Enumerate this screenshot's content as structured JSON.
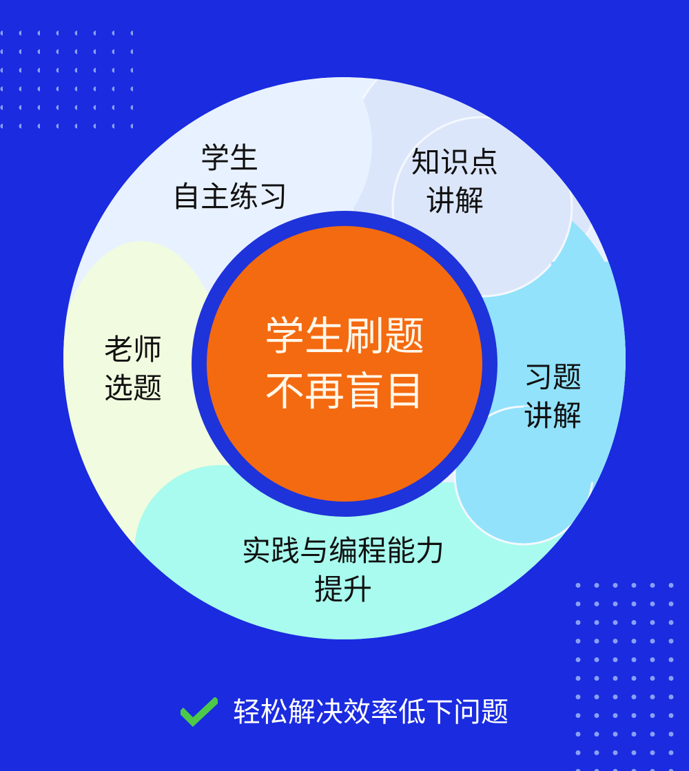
{
  "colors": {
    "background": "#1a2be0",
    "dot": "#8aa0f5",
    "ring_outer": "#e6efff",
    "segment_student_practice": "#e8f1ff",
    "segment_knowledge": "#dce6fa",
    "segment_exercise": "#92e2fb",
    "segment_ability": "#a8fbee",
    "segment_teacher": "#f1fbdf",
    "inner_ring": "#1e33d9",
    "center": "#f46a10",
    "center_text": "#fff7ea",
    "check": "#4dc94a"
  },
  "cycle": {
    "center": {
      "line1": "学生刷题",
      "line2": "不再盲目"
    },
    "segments": [
      {
        "id": "student-practice",
        "line1": "学生",
        "line2": "自主练习"
      },
      {
        "id": "knowledge-explain",
        "line1": "知识点",
        "line2": "讲解"
      },
      {
        "id": "exercise-explain",
        "line1": "习题",
        "line2": "讲解"
      },
      {
        "id": "ability-improve",
        "line1": "实践与编程能力",
        "line2": "提升"
      },
      {
        "id": "teacher-select",
        "line1": "老师",
        "line2": "选题"
      }
    ]
  },
  "footer": {
    "icon": "check-icon",
    "text": "轻松解决效率低下问题"
  }
}
